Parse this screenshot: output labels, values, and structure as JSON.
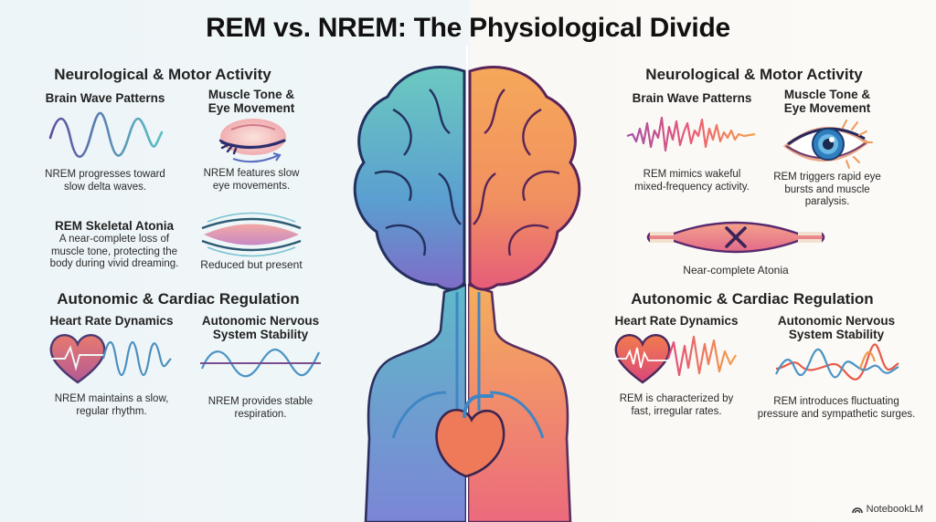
{
  "title": "REM vs. NREM: The Physiological Divide",
  "left": {
    "side": "NREM",
    "neuro": {
      "heading": "Neurological & Motor Activity",
      "brain_waves": {
        "title": "Brain Wave Patterns",
        "caption_1": "NREM progresses toward",
        "caption_2": "slow delta waves.",
        "icon": "slow-wave-icon"
      },
      "muscle_eye": {
        "title_1": "Muscle Tone &",
        "title_2": "Eye Movement",
        "caption_1": "NREM features slow",
        "caption_2": "eye movements.",
        "icon": "closed-eye-icon"
      },
      "atonia": {
        "title": "REM Skeletal Atonia",
        "caption_1": "A near-complete loss of",
        "caption_2": "muscle tone, protecting the",
        "caption_3": "body during vivid dreaming."
      },
      "muscle": {
        "caption": "Reduced but present",
        "icon": "relaxed-muscle-icon"
      }
    },
    "autonomic": {
      "heading": "Autonomic & Cardiac Regulation",
      "heart_rate": {
        "title": "Heart Rate Dynamics",
        "caption_1": "NREM maintains a slow,",
        "caption_2": "regular rhythm.",
        "icon": "heart-slow-wave-icon"
      },
      "ans": {
        "title_1": "Autonomic Nervous",
        "title_2": "System Stability",
        "caption_1": "NREM provides stable",
        "caption_2": "respiration.",
        "icon": "stable-sine-icon"
      }
    },
    "colors": {
      "wave_start": "#5a4fa0",
      "wave_end": "#5bc0c4",
      "heart": "#e06b72"
    }
  },
  "right": {
    "side": "REM",
    "neuro": {
      "heading": "Neurological & Motor Activity",
      "brain_waves": {
        "title": "Brain Wave Patterns",
        "caption_1": "REM mimics wakeful",
        "caption_2": "mixed-frequency activity.",
        "icon": "fast-wave-icon"
      },
      "muscle_eye": {
        "title_1": "Muscle Tone &",
        "title_2": "Eye Movement",
        "caption_1": "REM triggers rapid eye",
        "caption_2": "bursts and muscle",
        "caption_3": "paralysis.",
        "icon": "open-eye-icon"
      },
      "muscle": {
        "caption": "Near-complete Atonia",
        "icon": "blocked-muscle-icon"
      }
    },
    "autonomic": {
      "heading": "Autonomic & Cardiac Regulation",
      "heart_rate": {
        "title": "Heart Rate Dynamics",
        "caption_1": "REM is characterized by",
        "caption_2": "fast, irregular rates.",
        "icon": "heart-fast-wave-icon"
      },
      "ans": {
        "title_1": "Autonomic Nervous",
        "title_2": "System Stability",
        "caption_1": "REM introduces fluctuating",
        "caption_2": "pressure and sympathetic surges.",
        "icon": "fluctuating-waves-icon"
      }
    },
    "colors": {
      "wave_start": "#b04fa8",
      "wave_end": "#f5a24a",
      "heart": "#e8544f"
    }
  },
  "center": {
    "figure": "split-brain-body-illustration",
    "left_palette": [
      "#5bc0c4",
      "#6b6fc8"
    ],
    "right_palette": [
      "#f5a24a",
      "#e8566e"
    ]
  },
  "brand": {
    "label": "NotebookLM"
  }
}
